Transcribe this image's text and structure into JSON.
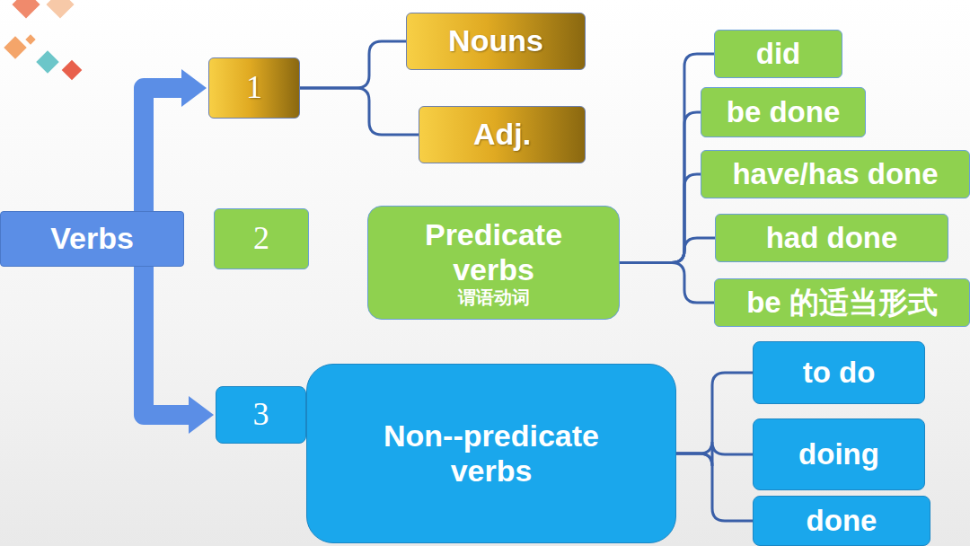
{
  "diagram": {
    "nodes": [
      {
        "text": [
          "Verbs"
        ]
      },
      {
        "text": [
          "1"
        ]
      },
      {
        "text": [
          "Nouns"
        ]
      },
      {
        "text": [
          "Adj."
        ]
      },
      {
        "text": [
          "2"
        ]
      },
      {
        "text": [
          "Predicate verbs",
          "谓语动词"
        ]
      },
      {
        "text": [
          "did"
        ]
      },
      {
        "text": [
          "be done"
        ]
      },
      {
        "text": [
          "have/has done"
        ]
      },
      {
        "text": [
          "had done"
        ]
      },
      {
        "text": [
          "be 的适当形式"
        ]
      },
      {
        "text": [
          "3"
        ]
      },
      {
        "text": [
          "Non--predicate verbs"
        ]
      },
      {
        "text": [
          "to do"
        ]
      },
      {
        "text": [
          "doing"
        ]
      },
      {
        "text": [
          "done"
        ]
      }
    ],
    "edges": [
      {
        "from": 0,
        "to": 1,
        "arrow": "to"
      },
      {
        "from": 0,
        "to": 11,
        "arrow": "to"
      },
      {
        "from": 1,
        "to": 2,
        "arrow": "none"
      },
      {
        "from": 1,
        "to": 3,
        "arrow": "none"
      },
      {
        "from": 5,
        "to": 6,
        "arrow": "none"
      },
      {
        "from": 5,
        "to": 7,
        "arrow": "none"
      },
      {
        "from": 5,
        "to": 8,
        "arrow": "none"
      },
      {
        "from": 5,
        "to": 9,
        "arrow": "none"
      },
      {
        "from": 5,
        "to": 10,
        "arrow": "none"
      },
      {
        "from": 12,
        "to": 13,
        "arrow": "none"
      },
      {
        "from": 12,
        "to": 14,
        "arrow": "none"
      },
      {
        "from": 12,
        "to": 15,
        "arrow": "none"
      }
    ]
  }
}
